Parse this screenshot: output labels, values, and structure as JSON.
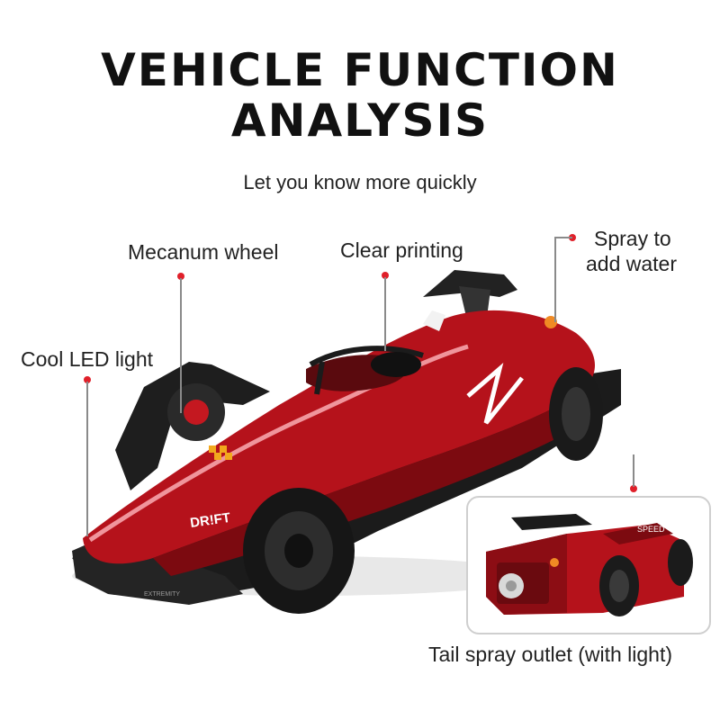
{
  "header": {
    "title_line1": "VEHICLE FUNCTION",
    "title_line2": "ANALYSIS",
    "subtitle": "Let you know more quickly"
  },
  "callouts": {
    "mecanum_wheel": "Mecanum wheel",
    "clear_printing": "Clear printing",
    "spray_line1": "Spray to",
    "spray_line2": "add water",
    "led_light": "Cool LED light",
    "tail_outlet": "Tail spray outlet (with light)"
  },
  "car_decals": {
    "drift": "DR!FT",
    "extremity": "EXTREMITY",
    "speed": "SPEED"
  },
  "colors": {
    "car_red": "#b5121b",
    "car_dark_red": "#7c0a10",
    "car_black": "#1b1b1b",
    "dot_red": "#e0202a",
    "leader_gray": "#8a8a8a"
  }
}
